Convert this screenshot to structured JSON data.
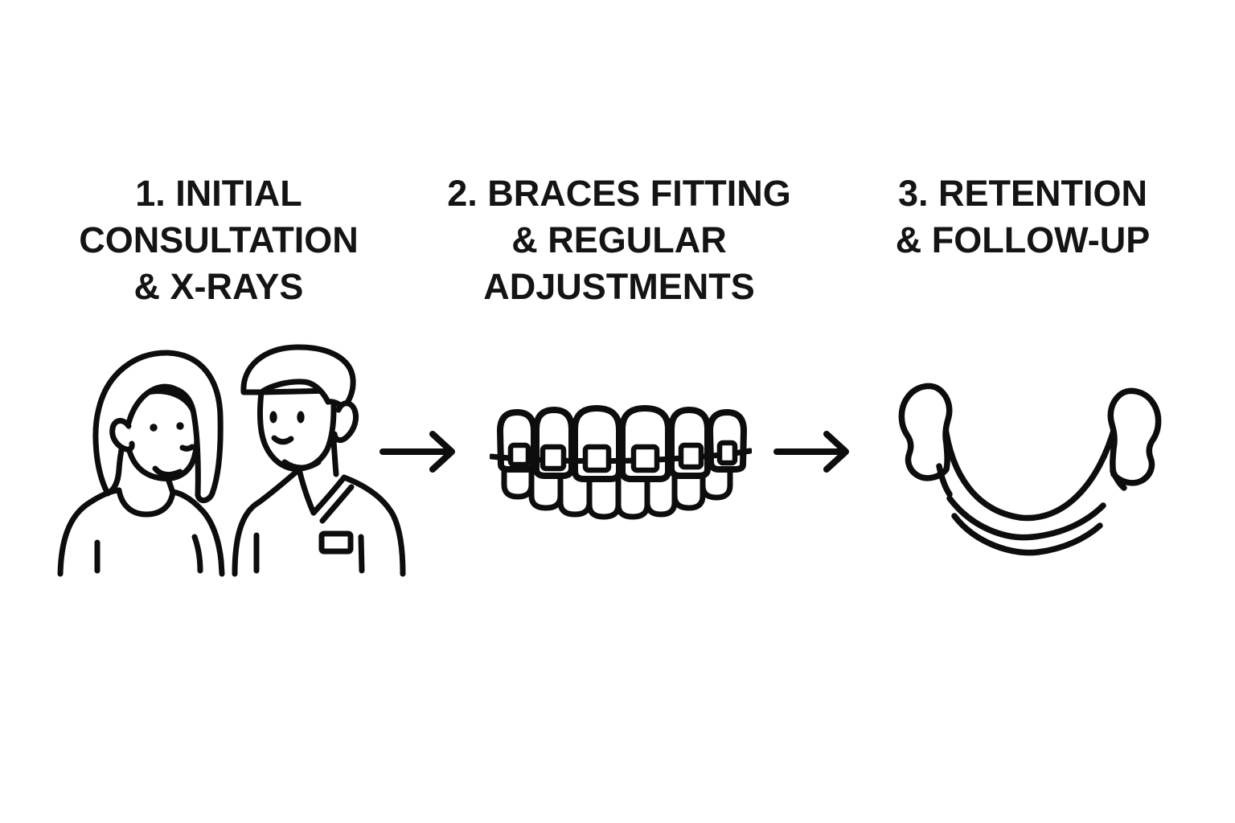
{
  "page": {
    "description": "Three-step orthodontic treatment process diagram",
    "background": "#ffffff",
    "ink_color": "#0d0d0d",
    "text_color": "#141414"
  },
  "steps": [
    {
      "index": 1,
      "lines": [
        "1. INITIAL",
        "CONSULTATION",
        "& X-RAYS"
      ],
      "icon": "patient-and-orthodontist-icon"
    },
    {
      "index": 2,
      "lines": [
        "2. BRACES FITTING",
        "& REGULAR",
        "ADJUSTMENTS"
      ],
      "icon": "teeth-with-braces-icon"
    },
    {
      "index": 3,
      "lines": [
        "3. RETENTION",
        "& FOLLOW-UP"
      ],
      "icon": "retainer-icon"
    }
  ],
  "arrows": [
    {
      "icon": "arrow-right-icon"
    },
    {
      "icon": "arrow-right-icon"
    }
  ]
}
